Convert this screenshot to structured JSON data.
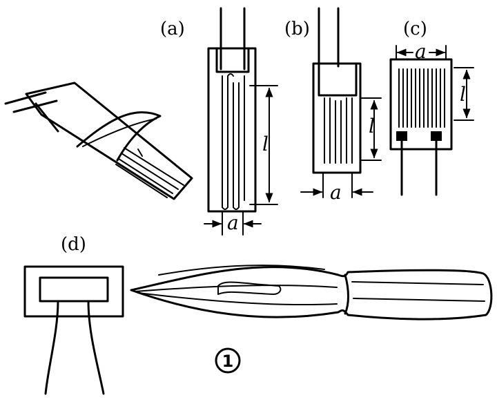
{
  "labels": {
    "a": "(a)",
    "b": "(b)",
    "c": "(c)",
    "d": "(d)"
  },
  "dimensions": {
    "length": "l",
    "width": "a"
  },
  "figure_number": "1"
}
